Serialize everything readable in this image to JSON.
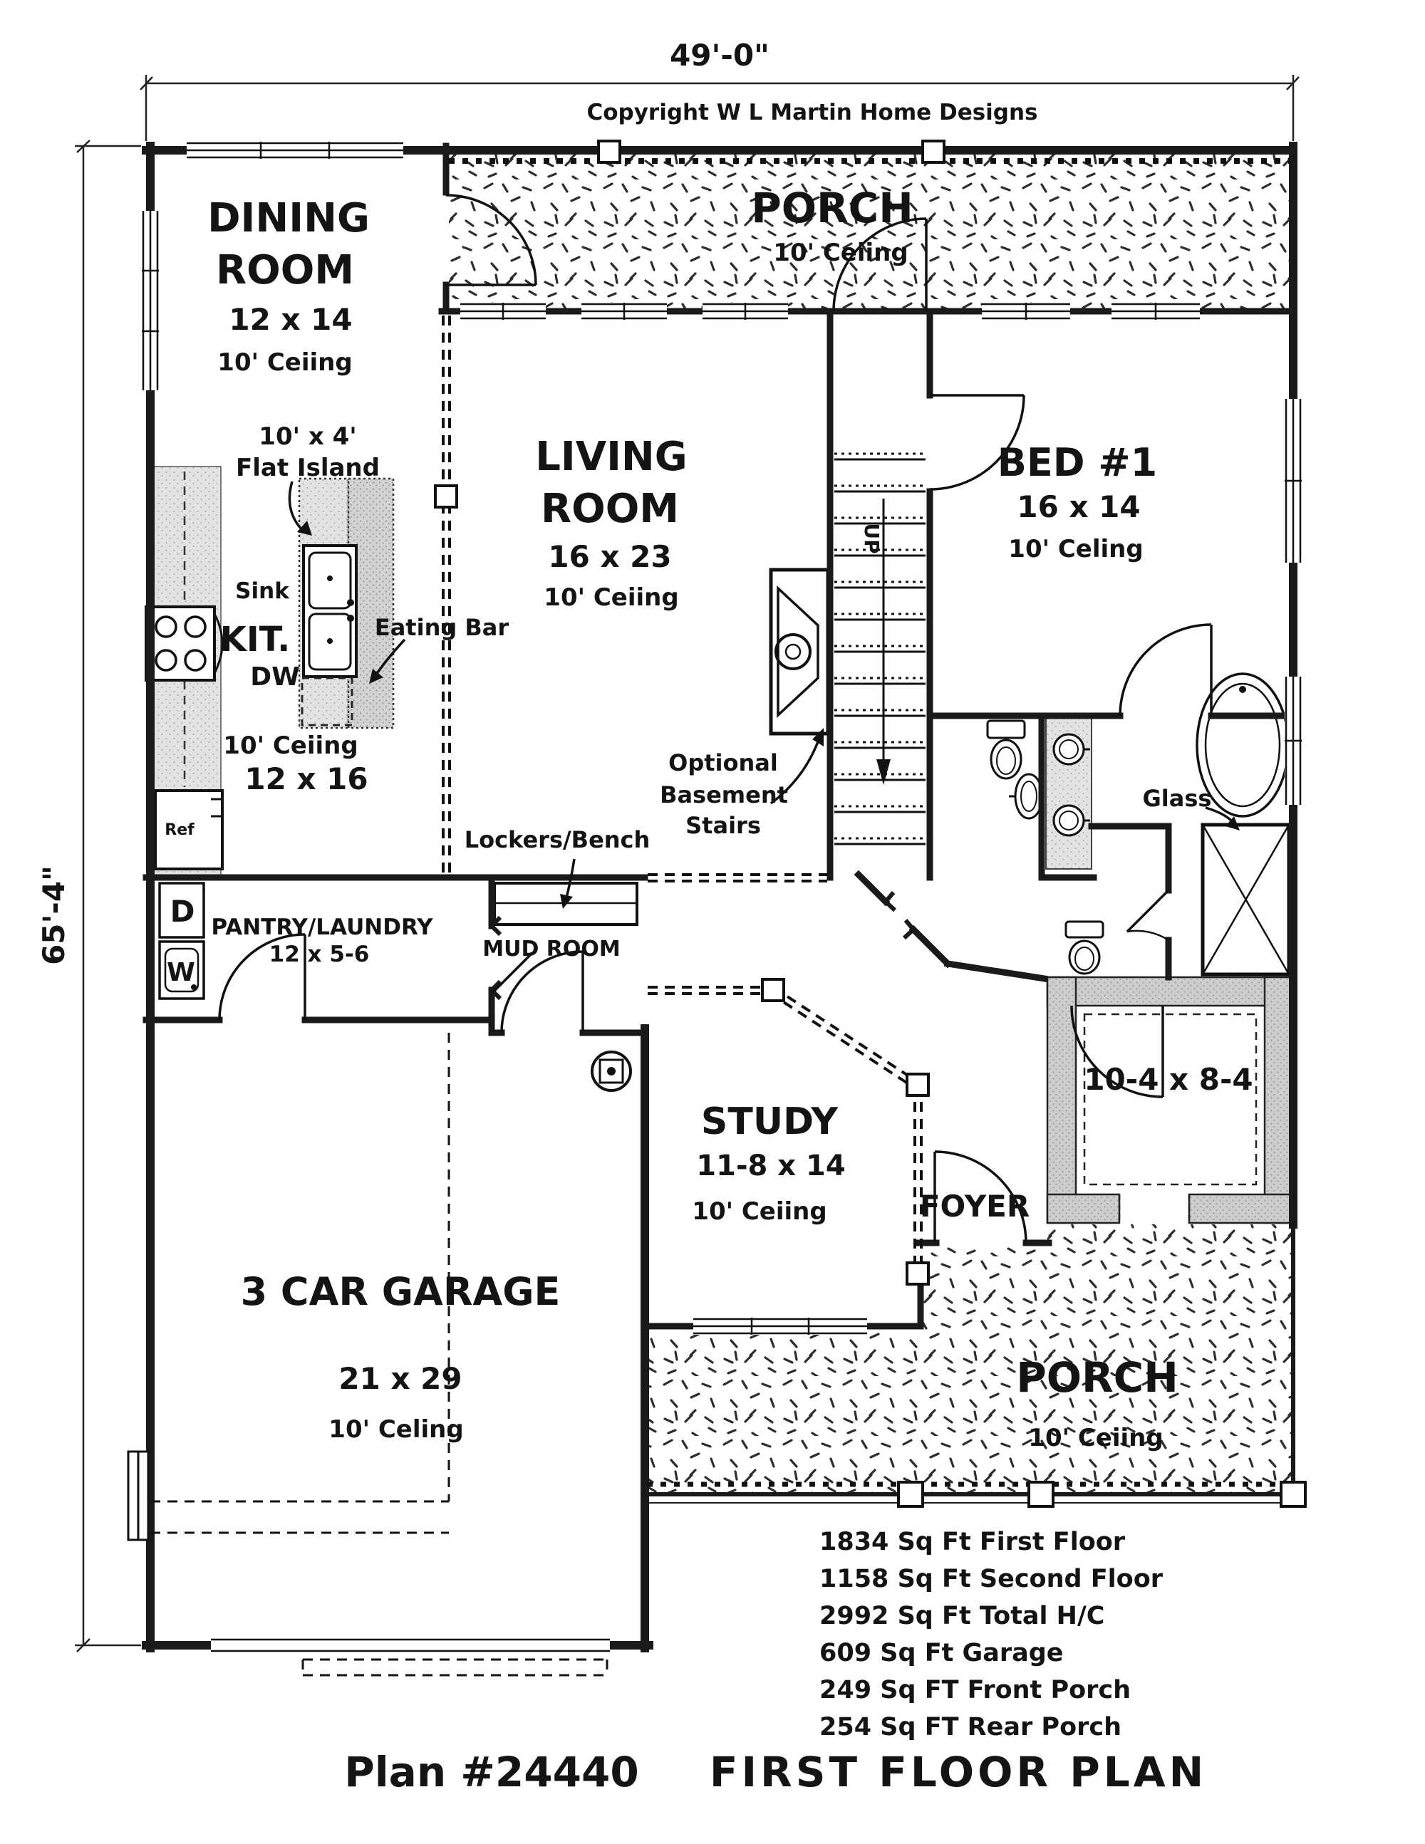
{
  "annotations": {
    "width_dim": "49'-0\"",
    "height_dim": "65'-4\"",
    "copyright": "Copyright W L Martin Home Designs"
  },
  "rooms": {
    "dining": {
      "l1": "DINING",
      "l2": "ROOM",
      "size": "12 x 14",
      "ceil": "10' Ceiing"
    },
    "front_porch": {
      "name": "PORCH",
      "ceil": "10' Ceiing"
    },
    "living": {
      "l1": "LIVING",
      "l2": "ROOM",
      "size": "16 x 23",
      "ceil": "10' Ceiing"
    },
    "bed1": {
      "name": "BED #1",
      "size": "16 x 14",
      "ceil": "10' Celing"
    },
    "kitchen": {
      "name": "KIT.",
      "size": "12 x 16",
      "ceil": "10' Ceiing"
    },
    "island": {
      "dim": "10' x 4'",
      "label": "Flat Island",
      "sink": "Sink",
      "dw": "DW",
      "eating_bar": "Eating Bar"
    },
    "appliances": {
      "ref": "Ref",
      "washer": "W",
      "dryer": "D"
    },
    "pantry": {
      "name": "PANTRY/LAUNDRY",
      "size": "12 x 5-6"
    },
    "mud": {
      "name": "MUD ROOM",
      "lockers": "Lockers/Bench"
    },
    "stairs": {
      "up": "UP",
      "note1": "Optional",
      "note2": "Basement",
      "note3": "Stairs"
    },
    "study": {
      "name": "STUDY",
      "size": "11-8 x 14",
      "ceil": "10' Ceiing"
    },
    "foyer": {
      "name": "FOYER"
    },
    "entry": {
      "size": "10-4 x 8-4"
    },
    "bath": {
      "glass": "Glass"
    },
    "garage": {
      "name": "3 CAR GARAGE",
      "size": "21 x 29",
      "ceil": "10' Celing"
    },
    "rear_porch": {
      "name": "PORCH",
      "ceil": "10' Ceiing"
    }
  },
  "stats": [
    "1834 Sq Ft First Floor",
    "1158 Sq Ft Second Floor",
    "2992 Sq Ft Total H/C",
    "609 Sq Ft Garage",
    "249 Sq FT Front Porch",
    "254 Sq FT Rear Porch"
  ],
  "footer": {
    "plan": "Plan #24440",
    "title": "FIRST FLOOR PLAN"
  }
}
